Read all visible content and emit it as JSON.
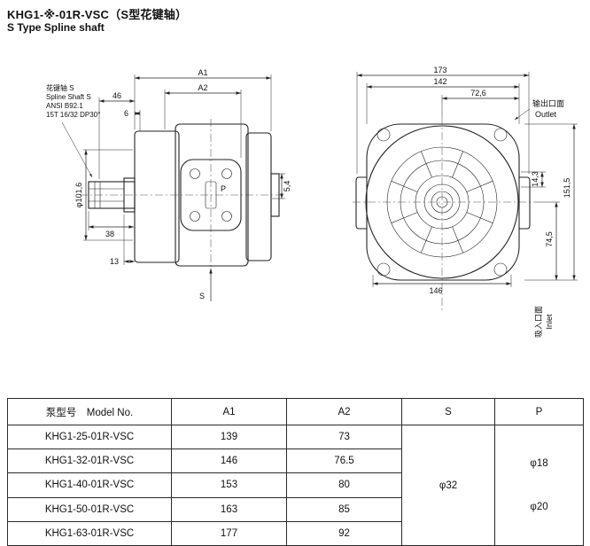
{
  "page": {
    "title": "KHG1-※-01R-VSC（S型花键轴）",
    "subtitle": "S Type Spline shaft"
  },
  "side_view": {
    "spline_note": {
      "line1": "花键轴 S",
      "line2": "Spline Shaft S",
      "line3": "ANSI B92.1",
      "line4": "15T 16/32 DP30°"
    },
    "dims": {
      "a1": "A1",
      "a2": "A2",
      "len_46": "46",
      "len_6": "6",
      "dia_pilot": "φ101,6",
      "len_38": "38",
      "len_13": "13",
      "len_5_4": "5,4",
      "port_p": "P",
      "shaft_s": "S"
    }
  },
  "front_view": {
    "outlet_label_cn": "输出口面",
    "outlet_label_en": "Outlet",
    "inlet_label_cn": "吸入口面",
    "inlet_label_en": "Inlet",
    "dims": {
      "w_173": "173",
      "w_142": "142",
      "w_72_6": "72,6",
      "w_146": "146",
      "h_14_3": "14,3",
      "h_151_5": "151,5",
      "h_74_5": "74,5"
    }
  },
  "table": {
    "headers": {
      "model": "泵型号　Model No.",
      "a1": "A1",
      "a2": "A2",
      "s": "S",
      "p": "P"
    },
    "rows": [
      {
        "model": "KHG1-25-01R-VSC",
        "a1": "139",
        "a2": "73"
      },
      {
        "model": "KHG1-32-01R-VSC",
        "a1": "146",
        "a2": "76.5"
      },
      {
        "model": "KHG1-40-01R-VSC",
        "a1": "153",
        "a2": "80"
      },
      {
        "model": "KHG1-50-01R-VSC",
        "a1": "163",
        "a2": "85"
      },
      {
        "model": "KHG1-63-01R-VSC",
        "a1": "177",
        "a2": "92"
      }
    ],
    "s_value": "φ32",
    "p_value_small": "φ18",
    "p_value_large": "φ20"
  }
}
